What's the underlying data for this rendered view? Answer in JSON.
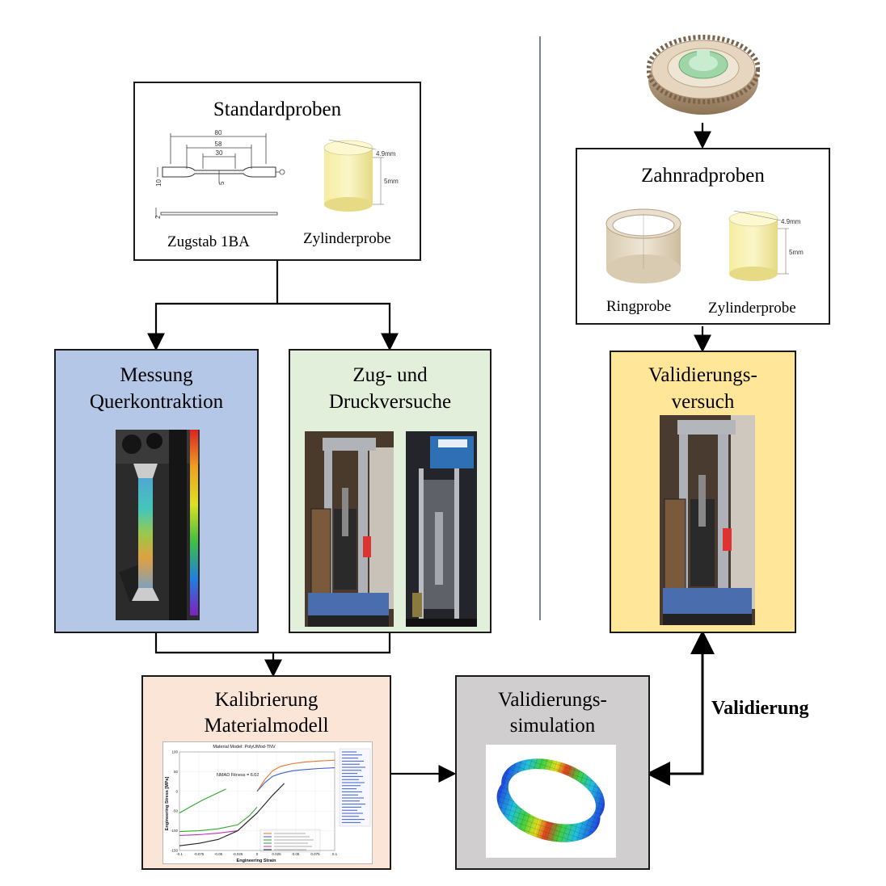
{
  "standard": {
    "title": "Standardproben",
    "left_label": "Zugstab 1BA",
    "right_label": "Zylinderprobe",
    "dims": {
      "d80": "80",
      "d58": "58",
      "d30": "30",
      "d10": "10",
      "d5": "5",
      "d2": "2"
    },
    "cyl_dims": {
      "dia": "4.9mm",
      "height": "5mm"
    }
  },
  "gear_box": {
    "title": "Zahnradproben",
    "left_label": "Ringprobe",
    "right_label": "Zylinderprobe",
    "cyl_dims": {
      "dia": "4.9mm",
      "height": "5mm"
    }
  },
  "measure": {
    "title_l1": "Messung",
    "title_l2": "Querkontraktion"
  },
  "tests": {
    "title_l1": "Zug- und",
    "title_l2": "Druckversuche"
  },
  "validation_test": {
    "title_l1": "Validierungs-",
    "title_l2": "versuch"
  },
  "calibration": {
    "title_l1": "Kalibrierung",
    "title_l2": "Materialmodell",
    "chart_title": "Material Model: PolyUMod-TNV",
    "fitness": "NMAD Fitness = 6.02",
    "xlabel": "Engineering Strain",
    "ylabel": "Engineering Stress [MPa]"
  },
  "sim": {
    "title_l1": "Validierungs-",
    "title_l2": "simulation"
  },
  "validation_label": "Validierung",
  "colors": {
    "measure_bg": "#b4c7e7",
    "tests_bg": "#e2efda",
    "valid_bg": "#ffe699",
    "calib_bg": "#fbe5d6",
    "sim_bg": "#d0cece"
  },
  "chart_data": {
    "type": "line",
    "title": "Material Model: PolyUMod-TNV",
    "xlabel": "Engineering Strain",
    "ylabel": "Engineering Stress [MPa]",
    "xlim": [
      -0.1,
      0.1
    ],
    "ylim": [
      -150,
      100
    ],
    "xticks": [
      "-0.1",
      "-0.075",
      "-0.05",
      "-0.025",
      "0",
      "0.025",
      "0.05",
      "0.075",
      "0.1"
    ],
    "yticks": [
      "100",
      "50",
      "0",
      "-50",
      "-100",
      "-150"
    ],
    "series": [
      {
        "color": "#e8732a",
        "x": [
          0,
          0.01,
          0.02,
          0.03,
          0.045,
          0.06,
          0.08,
          0.1
        ],
        "y": [
          0,
          30,
          52,
          63,
          70,
          74,
          77,
          79
        ]
      },
      {
        "color": "#3b5fd0",
        "x": [
          0,
          0.01,
          0.02,
          0.03,
          0.045,
          0.06,
          0.08,
          0.1
        ],
        "y": [
          0,
          22,
          38,
          45,
          52,
          55,
          58,
          60
        ]
      },
      {
        "color": "#2ea82e",
        "x": [
          -0.1,
          -0.085,
          -0.07,
          -0.055,
          -0.04
        ],
        "y": [
          -55,
          -38,
          -22,
          -8,
          6
        ]
      },
      {
        "color": "#2ea82e",
        "x": [
          -0.1,
          -0.075,
          -0.05,
          -0.025,
          -0.01,
          0
        ],
        "y": [
          -102,
          -100,
          -95,
          -85,
          -62,
          -40
        ]
      },
      {
        "color": "#c030c0",
        "x": [
          -0.1,
          -0.075,
          -0.05,
          -0.025,
          0
        ],
        "y": [
          -112,
          -110,
          -106,
          -100,
          -55
        ]
      },
      {
        "color": "#222222",
        "x": [
          -0.1,
          -0.075,
          -0.05,
          -0.025,
          0,
          0.02,
          0.035
        ],
        "y": [
          -138,
          -132,
          -122,
          -100,
          -55,
          -10,
          20
        ]
      }
    ]
  }
}
